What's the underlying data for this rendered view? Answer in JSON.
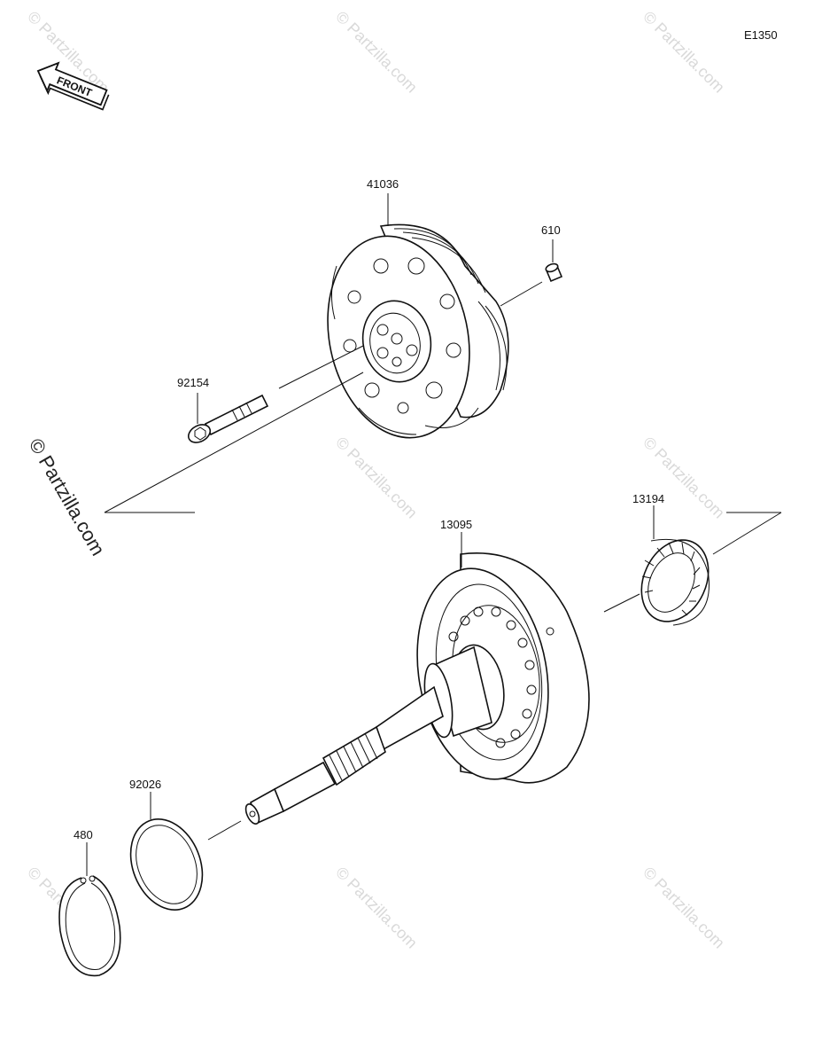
{
  "diagram_code": "E1350",
  "front_label": "FRONT",
  "side_watermark": "© Partzilla.com",
  "watermark": "© Partzilla.com",
  "parts": {
    "clutch_assembly": "41036",
    "dowel_pin": "610",
    "bolt": "92154",
    "clutch_housing_shaft": "13095",
    "one_way_clutch": "13194",
    "shim": "92026",
    "circlip": "480"
  }
}
